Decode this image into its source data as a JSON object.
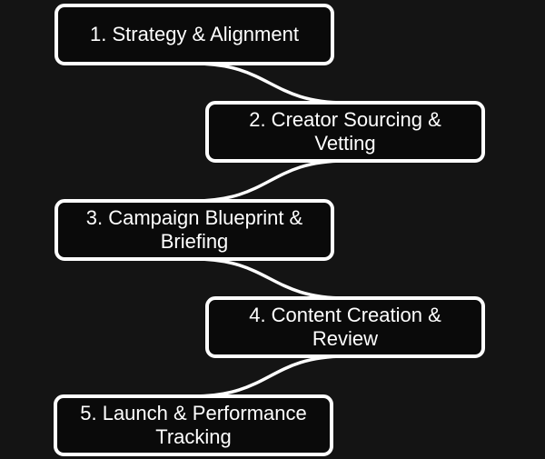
{
  "diagram": {
    "type": "flowchart",
    "title": "",
    "style": {
      "background": "#141414",
      "node_fill": "#0a0a0a",
      "node_border_color": "#ffffff",
      "connector_color": "#ffffff",
      "text_color": "#ffffff"
    },
    "nodes": [
      {
        "id": "1",
        "label": "1. Strategy & Alignment",
        "lines": [
          "1. Strategy & Alignment"
        ]
      },
      {
        "id": "2",
        "label": "2. Creator Sourcing & Vetting",
        "lines": [
          "2. Creator Sourcing &",
          "Vetting"
        ]
      },
      {
        "id": "3",
        "label": "3. Campaign Blueprint & Briefing",
        "lines": [
          "3. Campaign Blueprint &",
          "Briefing"
        ]
      },
      {
        "id": "4",
        "label": "4. Content Creation & Review",
        "lines": [
          "4. Content Creation &",
          "Review"
        ]
      },
      {
        "id": "5",
        "label": "5. Launch & Performance Tracking",
        "lines": [
          "5. Launch & Performance",
          "Tracking"
        ]
      }
    ],
    "edges": [
      {
        "from": "1",
        "to": "2"
      },
      {
        "from": "2",
        "to": "3"
      },
      {
        "from": "3",
        "to": "4"
      },
      {
        "from": "4",
        "to": "5"
      }
    ]
  }
}
